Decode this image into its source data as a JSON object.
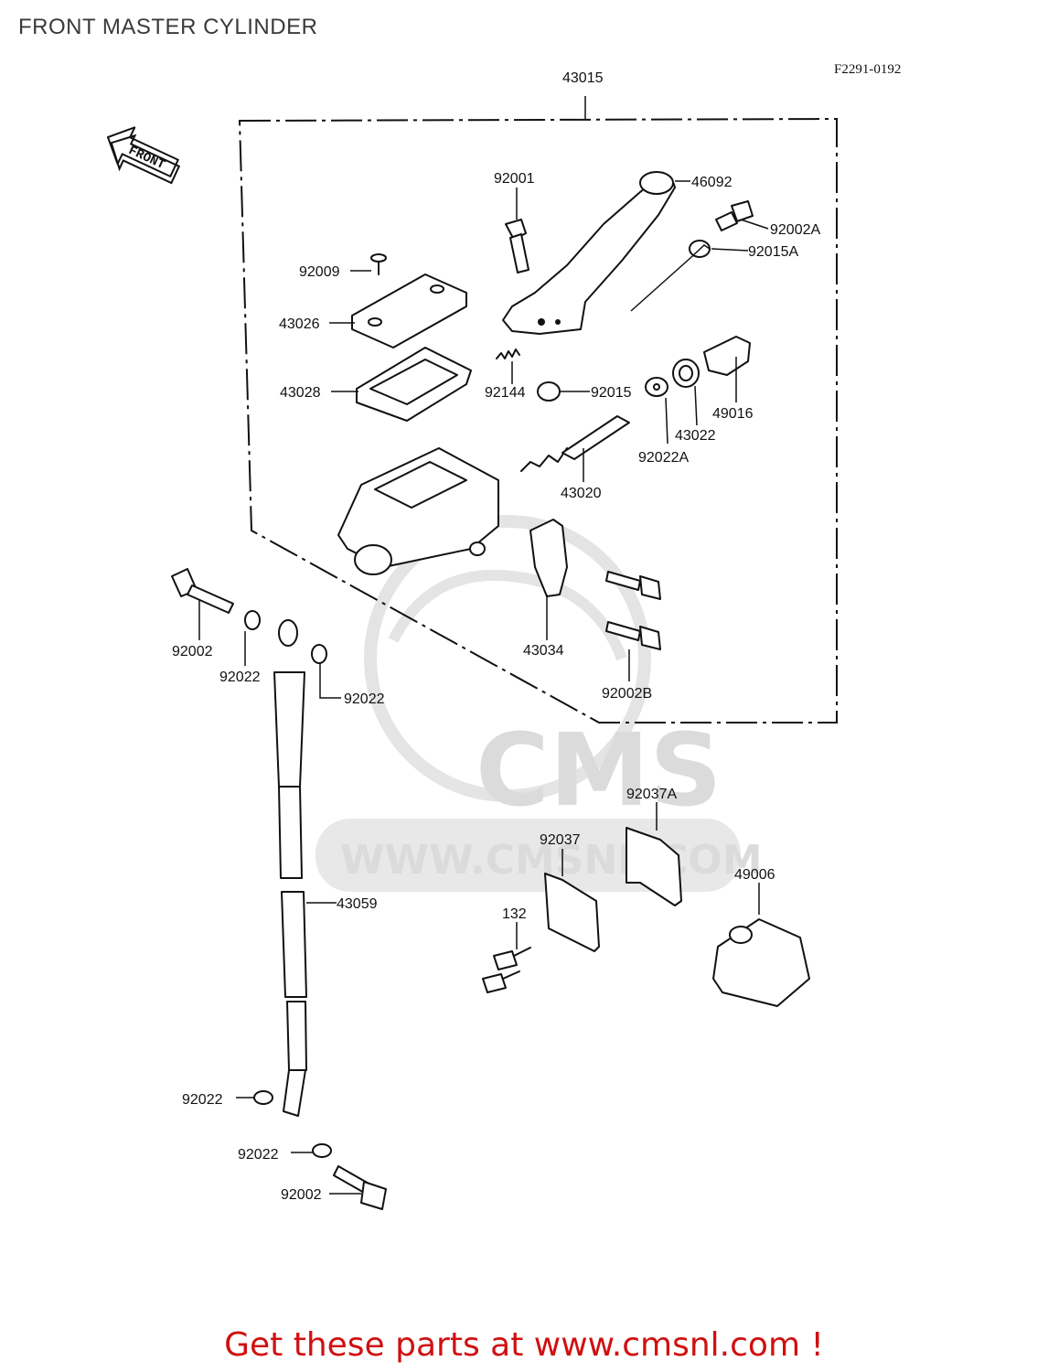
{
  "header": {
    "title": "FRONT MASTER CYLINDER",
    "diagram_code": "F2291-0192"
  },
  "front_arrow": {
    "label": "FRONT"
  },
  "watermark": {
    "logo": "CMS",
    "url": "WWW.CMSNL.COM"
  },
  "parts": [
    {
      "id": "43015",
      "label": "43015"
    },
    {
      "id": "92001",
      "label": "92001"
    },
    {
      "id": "46092",
      "label": "46092"
    },
    {
      "id": "92002A",
      "label": "92002A"
    },
    {
      "id": "92015A",
      "label": "92015A"
    },
    {
      "id": "92009",
      "label": "92009"
    },
    {
      "id": "43026",
      "label": "43026"
    },
    {
      "id": "43028",
      "label": "43028"
    },
    {
      "id": "92144",
      "label": "92144"
    },
    {
      "id": "92015",
      "label": "92015"
    },
    {
      "id": "49016",
      "label": "49016"
    },
    {
      "id": "43022",
      "label": "43022"
    },
    {
      "id": "92022A",
      "label": "92022A"
    },
    {
      "id": "43020",
      "label": "43020"
    },
    {
      "id": "43034",
      "label": "43034"
    },
    {
      "id": "92002B",
      "label": "92002B"
    },
    {
      "id": "92002-top",
      "label": "92002"
    },
    {
      "id": "92022-a",
      "label": "92022"
    },
    {
      "id": "92022-b",
      "label": "92022"
    },
    {
      "id": "43059",
      "label": "43059"
    },
    {
      "id": "92037A",
      "label": "92037A"
    },
    {
      "id": "92037",
      "label": "92037"
    },
    {
      "id": "49006",
      "label": "49006"
    },
    {
      "id": "132",
      "label": "132"
    },
    {
      "id": "92022-c",
      "label": "92022"
    },
    {
      "id": "92022-d",
      "label": "92022"
    },
    {
      "id": "92002-bottom",
      "label": "92002"
    }
  ],
  "footer": {
    "text": "Get these parts at www.cmsnl.com !"
  }
}
